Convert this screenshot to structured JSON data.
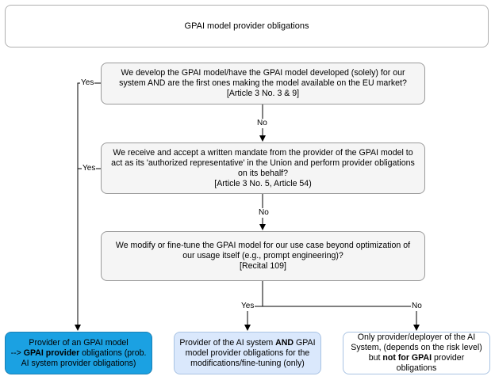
{
  "title": "GPAI model provider obligations",
  "questions": {
    "q1": {
      "line1": "We develop the GPAI model/have the GPAI model developed (solely) for our",
      "line2": "system AND are the first ones making the model available on the EU market?",
      "ref": "[Article 3 No. 3 & 9]"
    },
    "q2": {
      "line1": "We receive and accept a written mandate from the provider of the GPAI model to",
      "line2": "act as its 'authorized representative' in the Union and perform provider obligations",
      "line3": "on its behalf?",
      "ref": "[Article 3 No. 5, Article 54)"
    },
    "q3": {
      "line1": "We modify or fine-tune the GPAI model for our use case beyond optimization of",
      "line2": "our usage itself (e.g., prompt engineering)?",
      "ref": "[Recital 109]"
    }
  },
  "outcomes": {
    "o1": {
      "line1": "Provider of an GPAI model",
      "line2_prefix": "--> ",
      "line2_bold": "GPAI provider",
      "line2_suffix": " obligations (prob.",
      "line3": "AI system provider obligations)"
    },
    "o2": {
      "line1_prefix": "Provider of the AI system ",
      "line1_bold": "AND",
      "line1_suffix": " GPAI",
      "line2": "model provider obligations for the",
      "line3": "modifications/fine-tuning (only)"
    },
    "o3": {
      "line1": "Only provider/deployer of the AI",
      "line2": "System, (depends on the risk level)",
      "line3_prefix": "but ",
      "line3_bold": "not for GPAI",
      "line3_suffix": " provider",
      "line4": "obligations"
    }
  },
  "edge_labels": {
    "yes_1": "Yes",
    "yes_2": "Yes",
    "no_1": "No",
    "no_2": "No",
    "yes_3": "Yes",
    "no_3": "No"
  },
  "colors": {
    "outcome_provider": "#1ba1e2",
    "outcome_ai_system": "#dae8fc",
    "question_fill": "#f5f5f5"
  }
}
